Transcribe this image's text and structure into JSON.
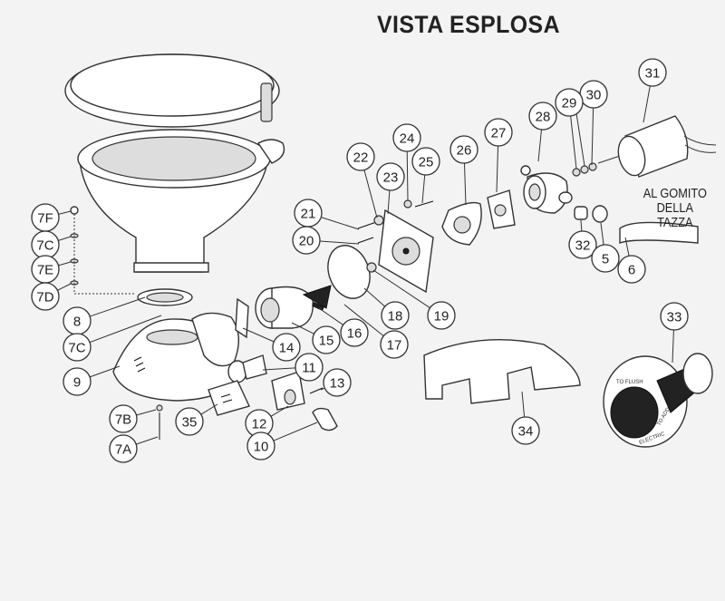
{
  "title": "VISTA ESPLOSA",
  "note": {
    "line1": "AL GOMITO",
    "line2": "DELLA TAZZA"
  },
  "switch_text": {
    "flush": "TO FLUSH",
    "add": "TO ADD",
    "electric": "ELECTRIC"
  },
  "callouts": [
    "31",
    "30",
    "29",
    "28",
    "27",
    "26",
    "25",
    "24",
    "23",
    "22",
    "21",
    "20",
    "18",
    "19",
    "17",
    "16",
    "15",
    "14",
    "11",
    "13",
    "12",
    "10",
    "35",
    "9",
    "8",
    "7C",
    "7B",
    "7A",
    "7F",
    "7C",
    "7E",
    "7D",
    "32",
    "5",
    "6",
    "33",
    "34"
  ]
}
